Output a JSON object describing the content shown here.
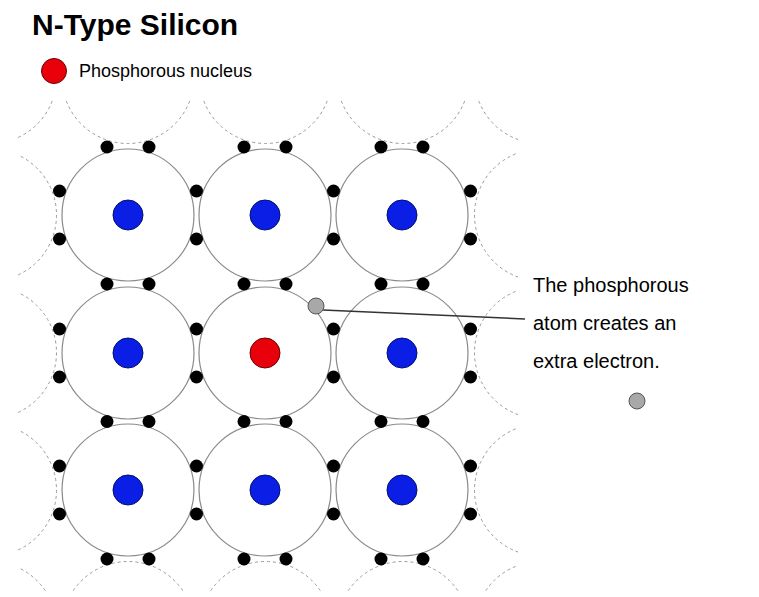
{
  "diagram": {
    "title": "N-Type Silicon",
    "labels": [
      "The phosphorous atom creates an extra electron."
    ],
    "legend": [
      {
        "text": "Phosphorous nucleus",
        "color": "#e8000b"
      }
    ]
  }
}
